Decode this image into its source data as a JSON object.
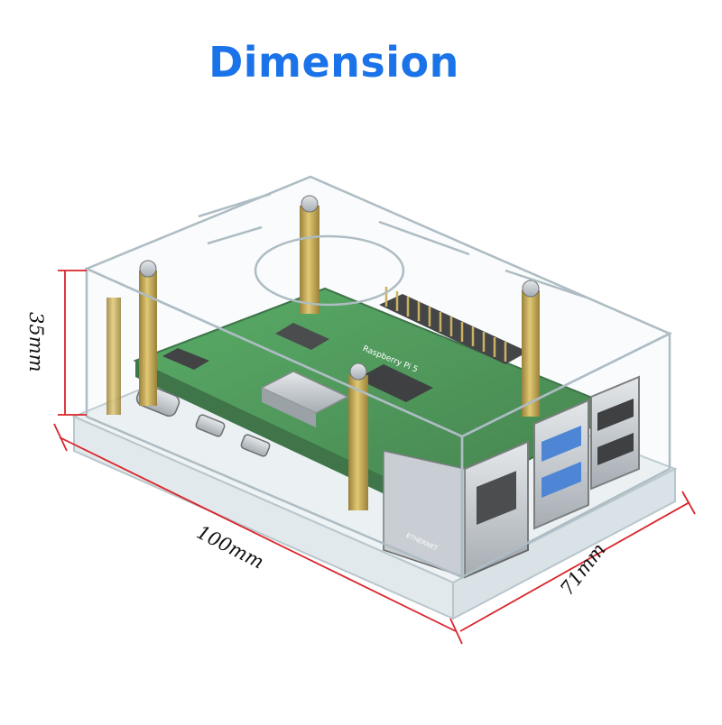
{
  "header": {
    "title": "Dimension"
  },
  "dimensions": {
    "height": "35mm",
    "length": "100mm",
    "width": "71mm"
  },
  "board": {
    "label": "Raspberry Pi 5",
    "ethernet_label": "ETHERNET"
  },
  "colors": {
    "title": "#1a73e8",
    "dimension_line": "#d9252b",
    "pcb": "#2f8a3a",
    "standoff": "#c9a227",
    "usb3": "#2f6fd0"
  }
}
